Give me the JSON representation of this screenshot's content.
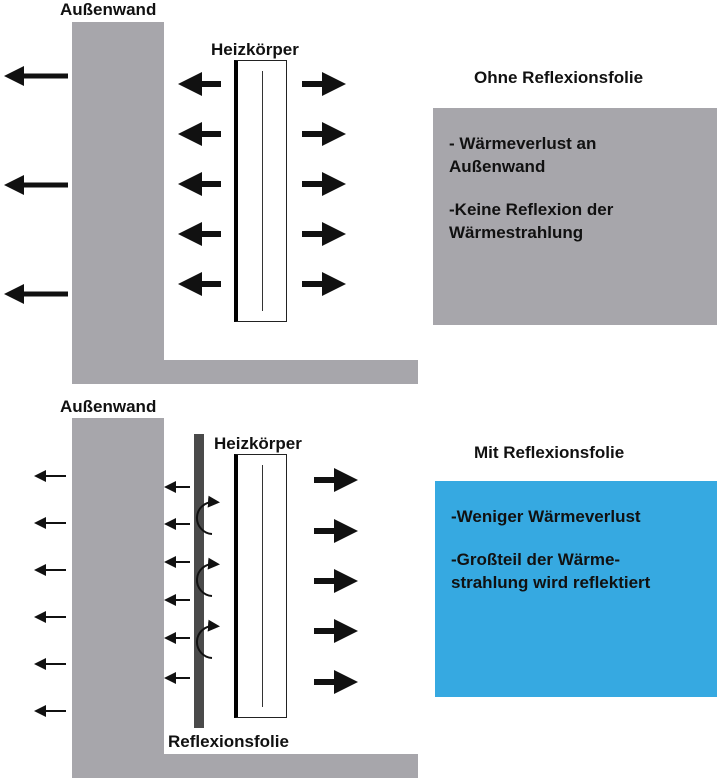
{
  "top": {
    "wall_label": "Außenwand",
    "radiator_label": "Heizkörper",
    "title": "Ohne Reflexionsfolie",
    "info_lines": [
      "- Wärmeverlust an\nAußenwand",
      "-Keine Reflexion der\nWärmestrahlung"
    ],
    "box_color": "#a7a6ab"
  },
  "bottom": {
    "wall_label": "Außenwand",
    "radiator_label": "Heizkörper",
    "foil_label": "Reflexionsfolie",
    "title": "Mit Reflexionsfolie",
    "info_lines": [
      "-Weniger Wärmeverlust",
      "-Großteil der Wärme-\nstrahlung wird reflektiert"
    ],
    "box_color": "#36a9e1"
  },
  "colors": {
    "wall": "#a7a6ab",
    "arrow": "#111111",
    "foil": "#4a4a4a"
  },
  "icons": [
    "arrow-left-icon",
    "arrow-right-icon",
    "curved-reflection-arrow-icon"
  ]
}
